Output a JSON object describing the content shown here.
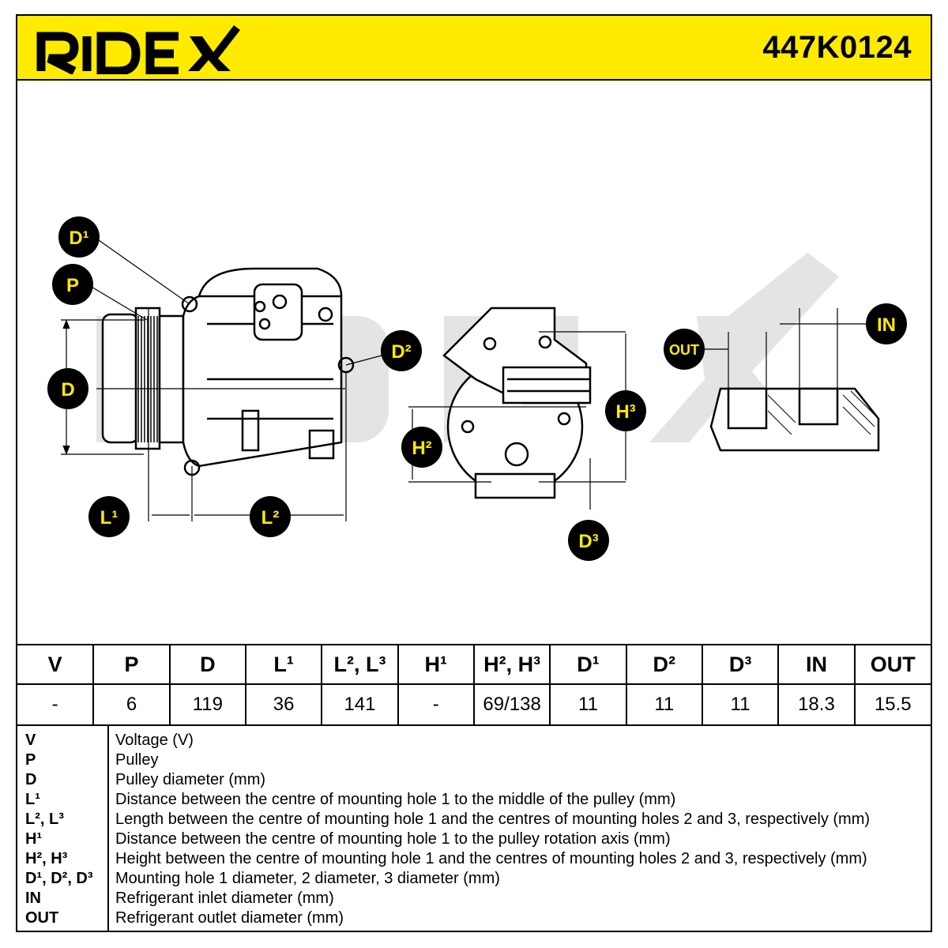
{
  "header": {
    "brand": "RIDEX",
    "part_number": "447K0124",
    "background_color": "#ffea00"
  },
  "drawing": {
    "watermark": "RIDEX",
    "callouts": {
      "D1": "D¹",
      "P": "P",
      "D": "D",
      "D2": "D²",
      "L1": "L¹",
      "L2": "L²",
      "H2": "H²",
      "H3": "H³",
      "D3": "D³",
      "OUT": "OUT",
      "IN": "IN"
    }
  },
  "table": {
    "headers": [
      "V",
      "P",
      "D",
      "L¹",
      "L², L³",
      "H¹",
      "H², H³",
      "D¹",
      "D²",
      "D³",
      "IN",
      "OUT"
    ],
    "values": [
      "-",
      "6",
      "119",
      "36",
      "141",
      "-",
      "69/138",
      "11",
      "11",
      "11",
      "18.3",
      "15.5"
    ]
  },
  "legend": [
    {
      "key": "V",
      "desc": "Voltage (V)"
    },
    {
      "key": "P",
      "desc": "Pulley"
    },
    {
      "key": "D",
      "desc": "Pulley diameter (mm)"
    },
    {
      "key": "L¹",
      "desc": "Distance between the centre of mounting hole 1 to the middle of the pulley (mm)"
    },
    {
      "key": "L², L³",
      "desc": "Length between the centre of mounting hole 1 and the centres of mounting holes 2 and 3, respectively (mm)"
    },
    {
      "key": "H¹",
      "desc": "Distance between the centre of mounting hole 1 to the pulley rotation axis (mm)"
    },
    {
      "key": "H², H³",
      "desc": "Height between the centre of mounting hole 1 and the centres of mounting holes 2 and 3, respectively (mm)"
    },
    {
      "key": "D¹, D², D³",
      "desc": "Mounting hole 1 diameter, 2 diameter, 3 diameter (mm)"
    },
    {
      "key": "IN",
      "desc": "Refrigerant inlet diameter (mm)"
    },
    {
      "key": "OUT",
      "desc": "Refrigerant outlet diameter (mm)"
    }
  ]
}
